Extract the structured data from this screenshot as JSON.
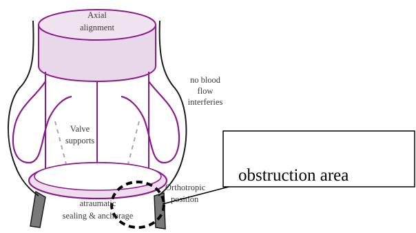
{
  "labels": {
    "axial_line1": "Axial",
    "axial_line2": "alignment",
    "blood_line1": "no blood",
    "blood_line2": "flow",
    "blood_line3": "interferies",
    "valve_line1": "Valve",
    "valve_line2": "supports",
    "ortho_line1": "Orthotropic",
    "ortho_line2": "position",
    "atraum_line1": "atraumatic",
    "atraum_line2": "sealing & anchorage"
  },
  "callout": {
    "text": "obstruction area"
  },
  "colors": {
    "stent": "#8b1a8b",
    "cylinder_fill": "#e9d8ea",
    "ring_fill": "#efdcef",
    "vessel": "#1a1a1a",
    "vessel_wall": "#7a7a7a",
    "leaflet_dash": "#a8a8a8",
    "callout_border": "#000000"
  }
}
